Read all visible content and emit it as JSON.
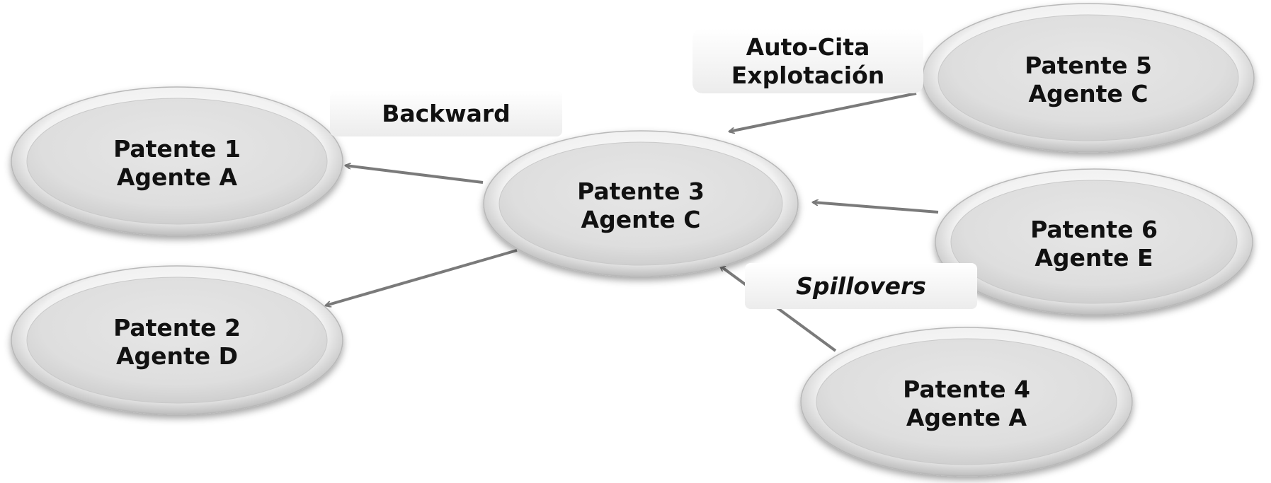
{
  "nodes": [
    {
      "id": "p1",
      "line1": "Patente 1",
      "line2": "Agente A"
    },
    {
      "id": "p2",
      "line1": "Patente 2",
      "line2": "Agente D"
    },
    {
      "id": "p3",
      "line1": "Patente 3",
      "line2": "Agente C"
    },
    {
      "id": "p4",
      "line1": "Patente 4",
      "line2": "Agente A"
    },
    {
      "id": "p5",
      "line1": "Patente 5",
      "line2": "Agente C"
    },
    {
      "id": "p6",
      "line1": "Patente 6",
      "line2": "Agente E"
    }
  ],
  "labels": {
    "backward": "Backward",
    "auto_cita_line1": "Auto-Cita",
    "auto_cita_line2": "Explotación",
    "spillovers": "Spillovers"
  },
  "edges": [
    {
      "from": "p3",
      "to": "p1"
    },
    {
      "from": "p3",
      "to": "p2"
    },
    {
      "from": "p5",
      "to": "p3"
    },
    {
      "from": "p6",
      "to": "p3"
    },
    {
      "from": "p4",
      "to": "p3"
    }
  ],
  "colors": {
    "node_fill": "#e3e3e3",
    "node_ring": "#f4f4f4",
    "edge": "#7a7a7a",
    "text": "#111111"
  }
}
